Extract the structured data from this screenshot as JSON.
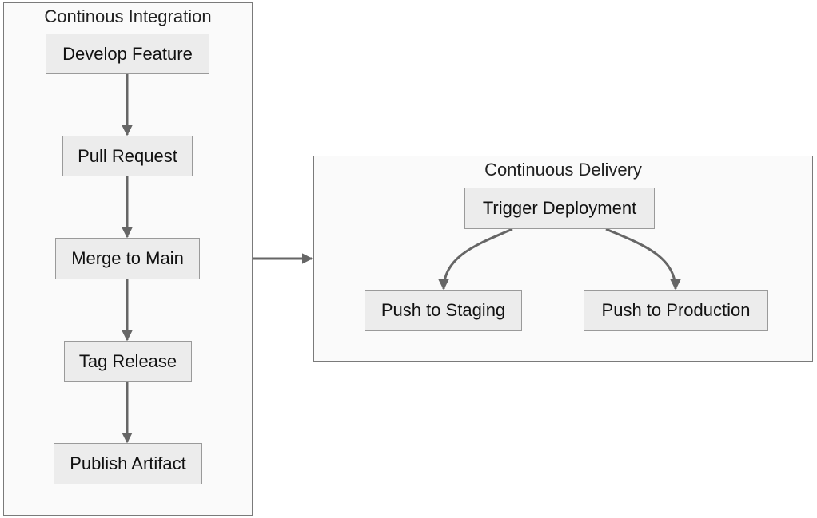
{
  "clusters": {
    "ci": {
      "title": "Continous Integration"
    },
    "cd": {
      "title": "Continuous Delivery"
    }
  },
  "nodes": {
    "develop_feature": "Develop Feature",
    "pull_request": "Pull Request",
    "merge_to_main": "Merge to Main",
    "tag_release": "Tag Release",
    "publish_artifact": "Publish Artifact",
    "trigger_deployment": "Trigger Deployment",
    "push_to_staging": "Push to Staging",
    "push_to_production": "Push to Production"
  },
  "edges": [
    {
      "from": "develop_feature",
      "to": "pull_request"
    },
    {
      "from": "pull_request",
      "to": "merge_to_main"
    },
    {
      "from": "merge_to_main",
      "to": "tag_release"
    },
    {
      "from": "tag_release",
      "to": "publish_artifact"
    },
    {
      "from": "ci",
      "to": "cd"
    },
    {
      "from": "trigger_deployment",
      "to": "push_to_staging"
    },
    {
      "from": "trigger_deployment",
      "to": "push_to_production"
    }
  ],
  "colors": {
    "edge": "#666666",
    "node_fill": "#ececec",
    "node_border": "#9a9a9a",
    "cluster_fill": "#fafafa",
    "cluster_border": "#7a7a7a"
  }
}
